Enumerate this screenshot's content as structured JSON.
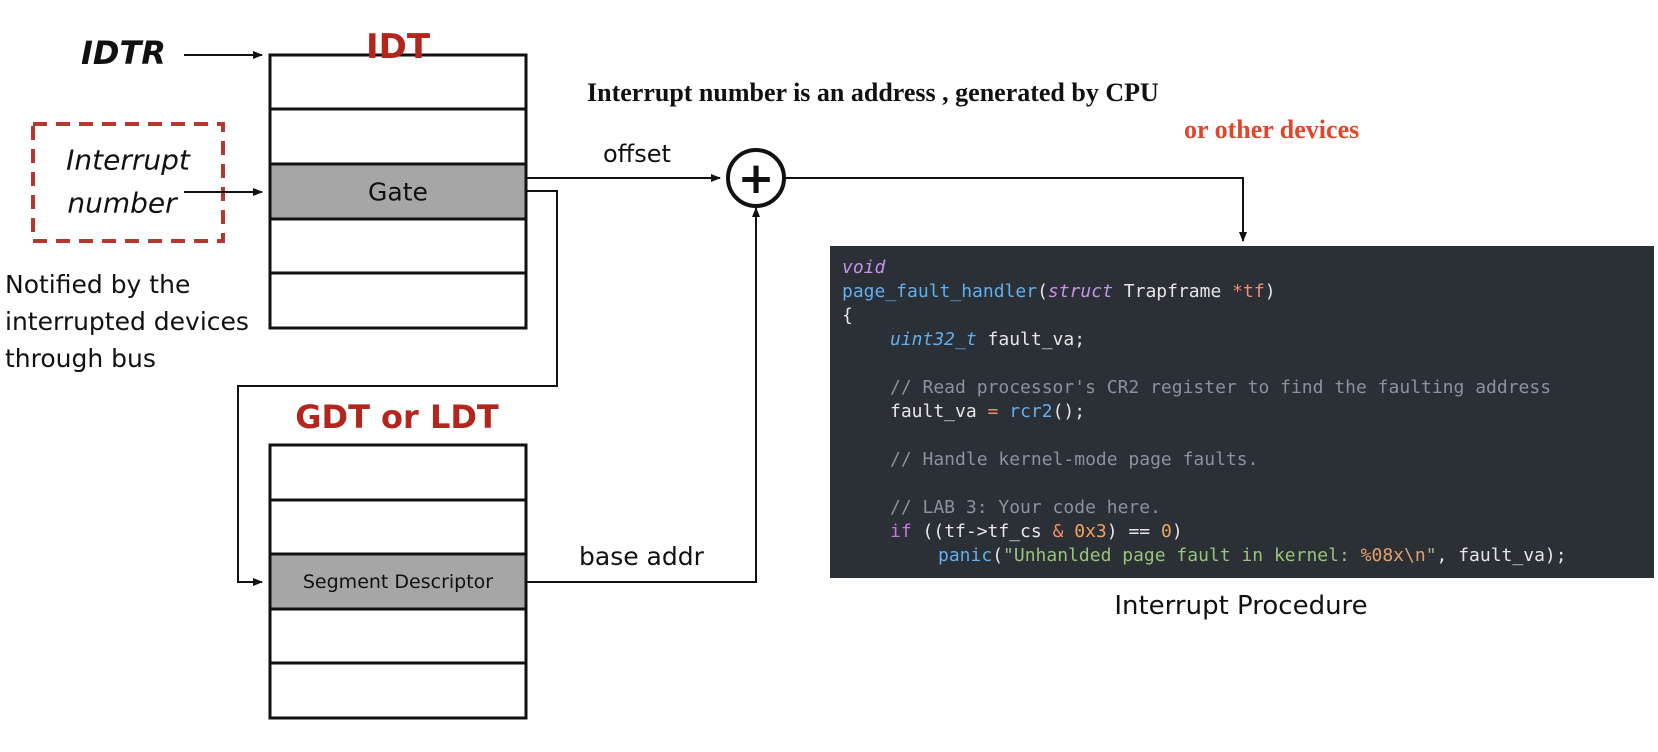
{
  "labels": {
    "idtr": "IDTR",
    "idt": "IDT",
    "interrupt_number_line1": "Interrupt",
    "interrupt_number_line2": "number",
    "gate": "Gate",
    "notified_line1": "Notified by the",
    "notified_line2": "interrupted devices",
    "notified_line3": "through bus",
    "gdt_ldt": "GDT or LDT",
    "segment_descriptor": "Segment Descriptor",
    "offset": "offset",
    "base_addr": "base addr",
    "plus": "+",
    "headline": "Interrupt number is an address , generated by CPU",
    "headline_extra": "or other devices",
    "interrupt_procedure": "Interrupt Procedure"
  },
  "code": {
    "void": "void",
    "fn_name": "page_fault_handler",
    "paren_open": "(",
    "struct_kw": "struct",
    "trapframe": " Trapframe ",
    "ptr_arg": "*tf",
    "paren_close": ")",
    "brace_open": "{",
    "uint_type": "uint32_t",
    "decl_var": " fault_va;",
    "comment_cr2": "// Read processor's CR2 register to find the faulting address",
    "assign_lhs": "fault_va ",
    "assign_eq": "=",
    "rcr2": "rcr2",
    "assign_end": "();",
    "comment_kernel": "// Handle kernel-mode page faults.",
    "comment_lab": "// LAB 3: Your code here.",
    "if_kw": "if",
    "if_open": " ((tf->tf_cs ",
    "if_amp": "&",
    "if_hex": " 0x3",
    "if_mid": ") == ",
    "if_zero": "0",
    "if_close": ")",
    "panic": "panic",
    "panic_open": "(",
    "panic_str": "\"Unhanlded page fault in kernel: ",
    "panic_fmt": "%08x\\n",
    "panic_str_end": "\"",
    "panic_end": ", fault_va);"
  },
  "colors": {
    "title_red": "#b3261e",
    "note_red": "#e2462a",
    "gate_fill": "#a6a6a6",
    "code_bg": "#2b2f36",
    "dashed_border": "#b5372e"
  }
}
